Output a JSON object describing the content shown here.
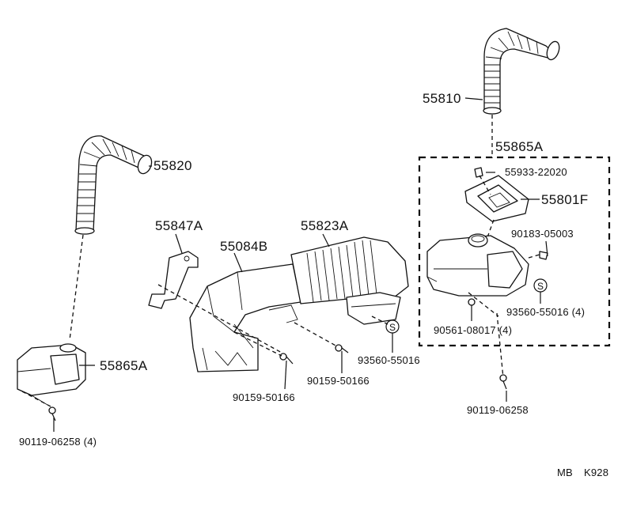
{
  "diagram": {
    "labels": {
      "p55810": "55810",
      "p55820": "55820",
      "p55865A_right": "55865A",
      "p55933": "55933-22020",
      "p55801F": "55801F",
      "p55847A": "55847A",
      "p55084B": "55084B",
      "p55823A": "55823A",
      "p90183": "90183-05003",
      "p93560_right": "93560-55016 (4)",
      "p90561": "90561-08017 (4)",
      "p93560_mid": "93560-55016",
      "p90159_a": "90159-50166",
      "p90159_b": "90159-50166",
      "p55865A_left": "55865A",
      "p90119_left": "90119-06258 (4)",
      "p90119_right": "90119-06258",
      "s_mark_mid": "S",
      "s_mark_right": "S"
    },
    "footer": {
      "code1": "MB",
      "code2": "K928"
    }
  }
}
